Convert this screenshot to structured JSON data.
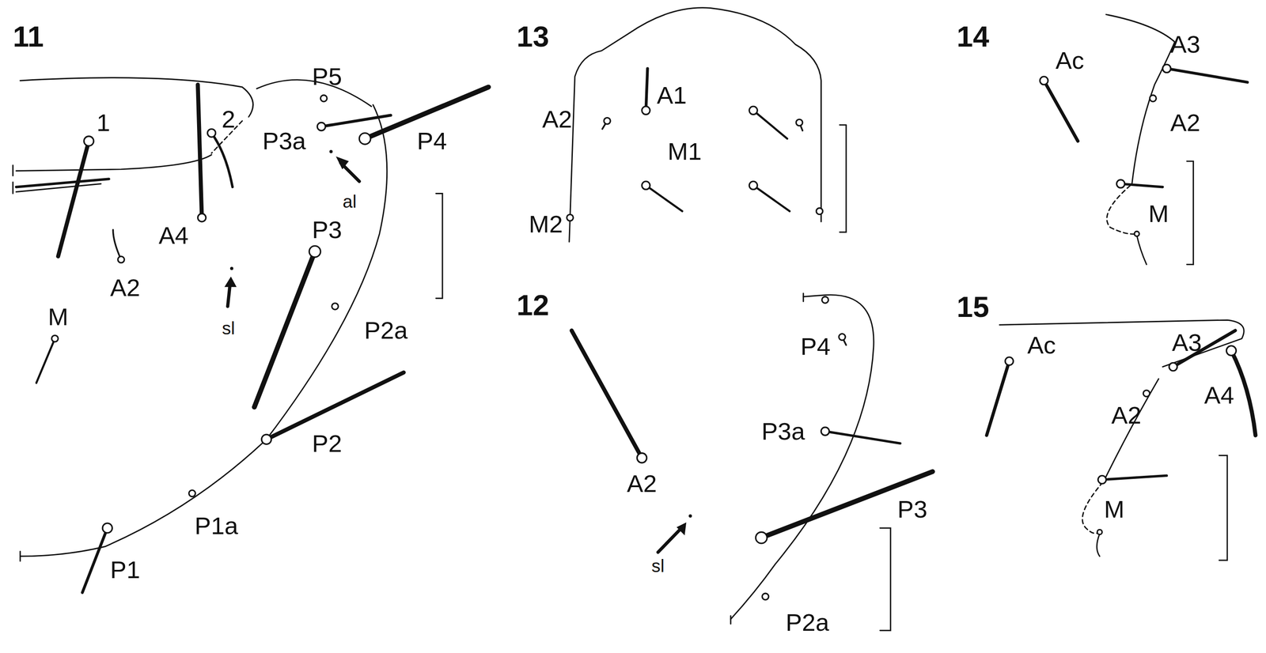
{
  "diagram": {
    "labels": [
      "11",
      "1",
      "2",
      "P5",
      "P3a",
      "P4",
      "A4",
      "al",
      "A2",
      "M",
      "P3",
      "sl",
      "P2a",
      "P2",
      "P1a",
      "P1",
      "13",
      "A2",
      "A1",
      "M1",
      "M2",
      "12",
      "A2",
      "P4",
      "P3a",
      "P3",
      "sl",
      "P2a",
      "14",
      "Ac",
      "A3",
      "A2",
      "M",
      "15",
      "Ac",
      "A3",
      "A2",
      "A4",
      "M"
    ]
  }
}
